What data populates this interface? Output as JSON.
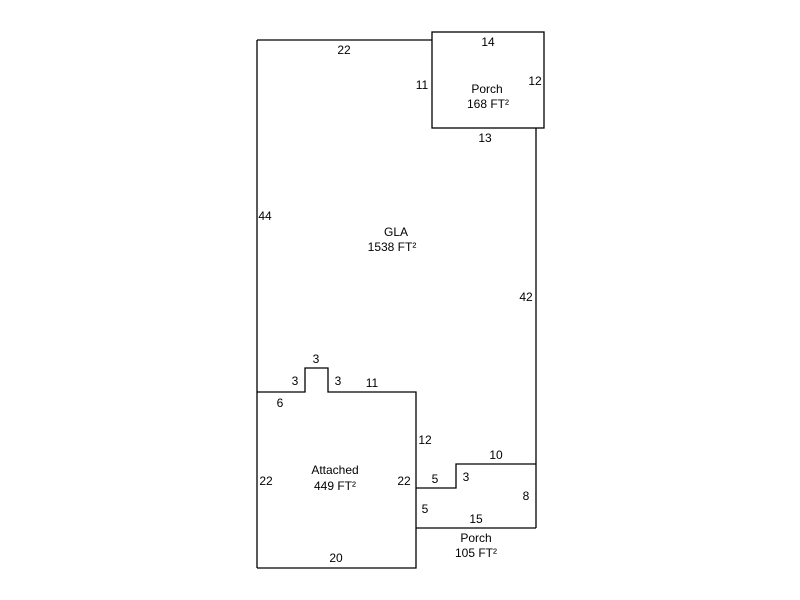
{
  "areas": {
    "gla": {
      "name": "GLA",
      "area": "1538 FT²"
    },
    "porch_top": {
      "name": "Porch",
      "area": "168 FT²"
    },
    "attached": {
      "name": "Attached",
      "area": "449 FT²"
    },
    "porch_bottom": {
      "name": "Porch",
      "area": "105 FT²"
    }
  },
  "dimensions": {
    "gla_top": "22",
    "gla_left": "44",
    "gla_right": "42",
    "porch_top_top": "14",
    "porch_top_left": "11",
    "porch_top_right": "12",
    "porch_top_bottom": "13",
    "bump_left": "3",
    "bump_top": "3",
    "bump_right": "3",
    "gla_bottom_right": "11",
    "attached_top_left": "6",
    "attached_left": "22",
    "attached_right": "22",
    "attached_bottom": "20",
    "gla_step_vertical": "12",
    "porch_bottom_top_left": "5",
    "porch_bottom_step": "3",
    "porch_bottom_top_right": "10",
    "porch_bottom_right": "8",
    "porch_bottom_left": "5",
    "porch_bottom_bottom": "15"
  }
}
